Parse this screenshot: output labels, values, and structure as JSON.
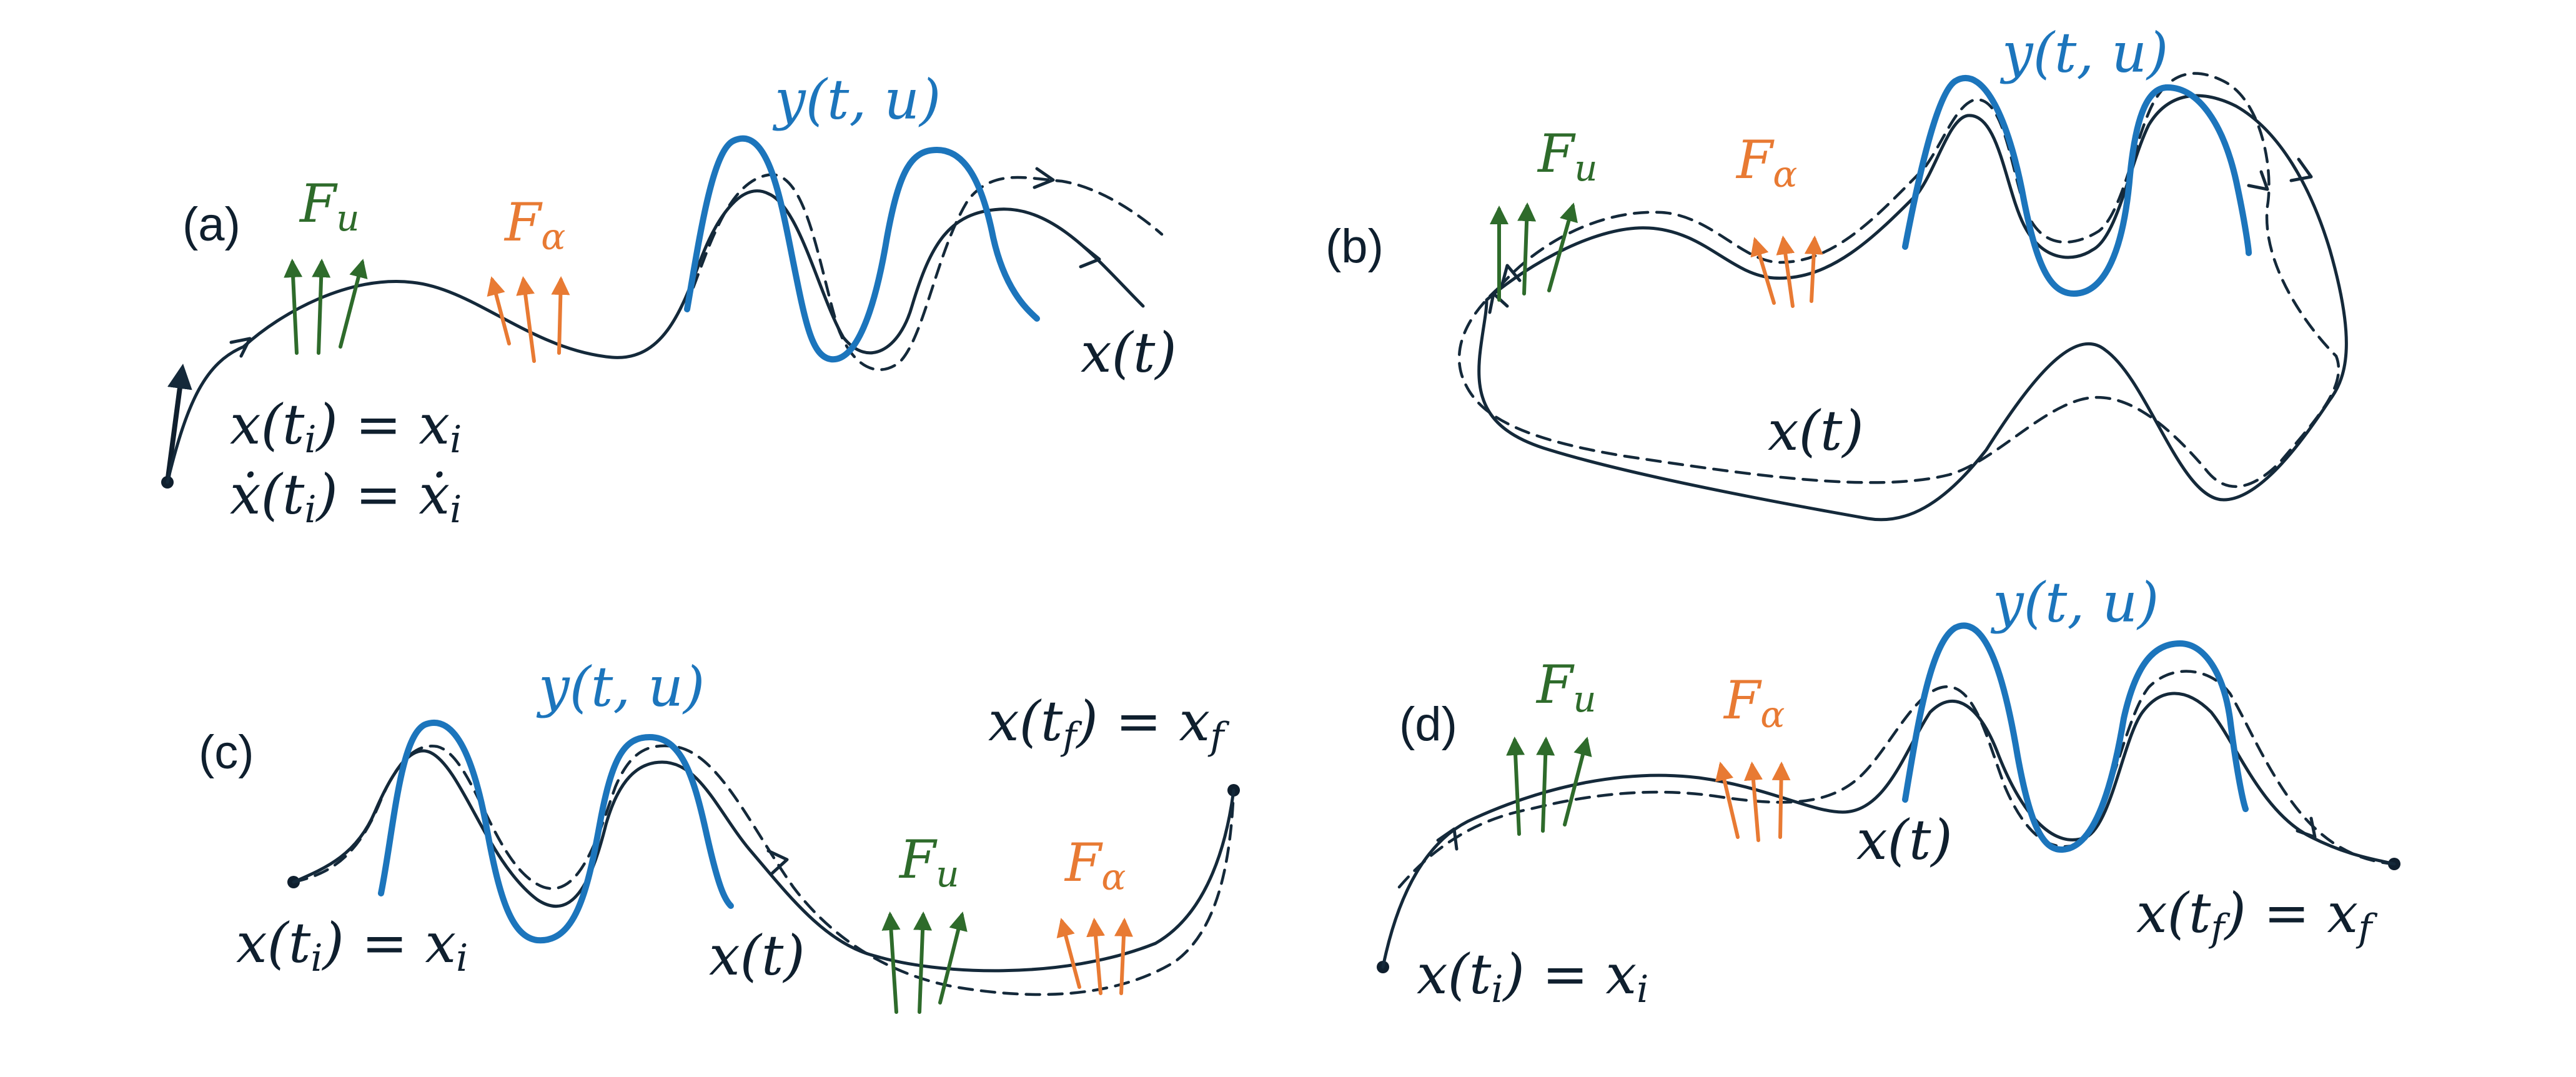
{
  "panels": {
    "a": {
      "tag": "(a)",
      "fu": "F",
      "fu_sub": "u",
      "fa": "F",
      "fa_sub": "α",
      "y": "y(t, u)",
      "x": "x(t)",
      "init1_a": "x(t",
      "init1_sub": "i",
      "init1_b": ") = x",
      "init1_sub2": "i",
      "init2_a": "ẋ(t",
      "init2_sub": "i",
      "init2_b": ") = ẋ",
      "init2_sub2": "i"
    },
    "b": {
      "tag": "(b)",
      "fu": "F",
      "fu_sub": "u",
      "fa": "F",
      "fa_sub": "α",
      "y": "y(t, u)",
      "x": "x(t)"
    },
    "c": {
      "tag": "(c)",
      "y": "y(t, u)",
      "final_a": "x(t",
      "final_sub": "f",
      "final_b": ") = x",
      "final_sub2": "f",
      "init_a": "x(t",
      "init_sub": "i",
      "init_b": ") = x",
      "init_sub2": "i",
      "x": "x(t)",
      "fu": "F",
      "fu_sub": "u",
      "fa": "F",
      "fa_sub": "α"
    },
    "d": {
      "tag": "(d)",
      "fu": "F",
      "fu_sub": "u",
      "fa": "F",
      "fa_sub": "α",
      "y": "y(t, u)",
      "x": "x(t)",
      "final_a": "x(t",
      "final_sub": "f",
      "final_b": ") = x",
      "final_sub2": "f",
      "init_a": "x(t",
      "init_sub": "i",
      "init_b": ") = x",
      "init_sub2": "i"
    }
  },
  "colors": {
    "trajectory": "#14293a",
    "observation": "#1c75bc",
    "control_force": "#2e6b2b",
    "alpha_force": "#e87a33"
  }
}
